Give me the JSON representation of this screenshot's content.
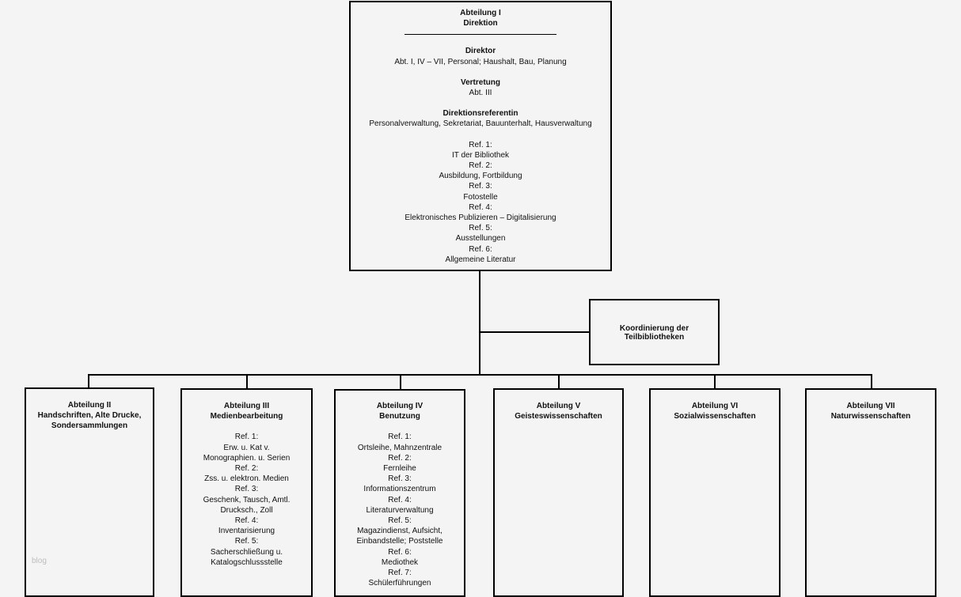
{
  "top": {
    "title": "Abteilung I",
    "subtitle": "Direktion",
    "director_heading": "Direktor",
    "director_text": "Abt. I, IV – VII, Personal; Haushalt, Bau, Planung",
    "deputy_heading": "Vertretung",
    "deputy_text": "Abt. III",
    "referent_heading": "Direktionsreferentin",
    "referent_text": "Personalverwaltung, Sekretariat, Bauunterhalt, Hausverwaltung",
    "refs": [
      "Ref. 1:",
      "IT der Bibliothek",
      "Ref. 2:",
      "Ausbildung, Fortbildung",
      "Ref. 3:",
      "Fotostelle",
      "Ref. 4:",
      "Elektronisches Publizieren – Digitalisierung",
      "Ref. 5:",
      "Ausstellungen",
      "Ref. 6:",
      "Allgemeine Literatur"
    ]
  },
  "coord": {
    "line1": "Koordinierung der",
    "line2": "Teilbibliotheken"
  },
  "departments": [
    {
      "title": "Abteilung II",
      "lines": [
        "Handschriften, Alte Drucke,",
        "Sondersammlungen"
      ],
      "items": []
    },
    {
      "title": "Abteilung III",
      "lines": [
        "Medienbearbeitung"
      ],
      "items": [
        "Ref. 1:",
        "Erw. u. Kat v.",
        "Monographien. u. Serien",
        "Ref. 2:",
        "Zss. u.  elektron. Medien",
        "Ref. 3:",
        "Geschenk, Tausch, Amtl.",
        "Drucksch., Zoll",
        "Ref. 4:",
        "Inventarisierung",
        "Ref. 5:",
        "Sacherschließung u.",
        "Katalogschlussstelle"
      ]
    },
    {
      "title": "Abteilung IV",
      "lines": [
        "Benutzung"
      ],
      "items": [
        "Ref. 1:",
        "Ortsleihe, Mahnzentrale",
        "Ref. 2:",
        "Fernleihe",
        "Ref. 3:",
        "Informationszentrum",
        "Ref. 4:",
        "Literaturverwaltung",
        "Ref. 5:",
        "Magazindienst, Aufsicht,",
        "Einbandstelle; Poststelle",
        "Ref. 6:",
        "Mediothek",
        "Ref. 7:",
        "Schülerführungen"
      ]
    },
    {
      "title": "Abteilung V",
      "lines": [
        "Geisteswissenschaften"
      ],
      "items": []
    },
    {
      "title": "Abteilung VI",
      "lines": [
        "Sozialwissenschaften"
      ],
      "items": []
    },
    {
      "title": "Abteilung VII",
      "lines": [
        "Naturwissenschaften"
      ],
      "items": []
    }
  ],
  "watermark": "blog"
}
